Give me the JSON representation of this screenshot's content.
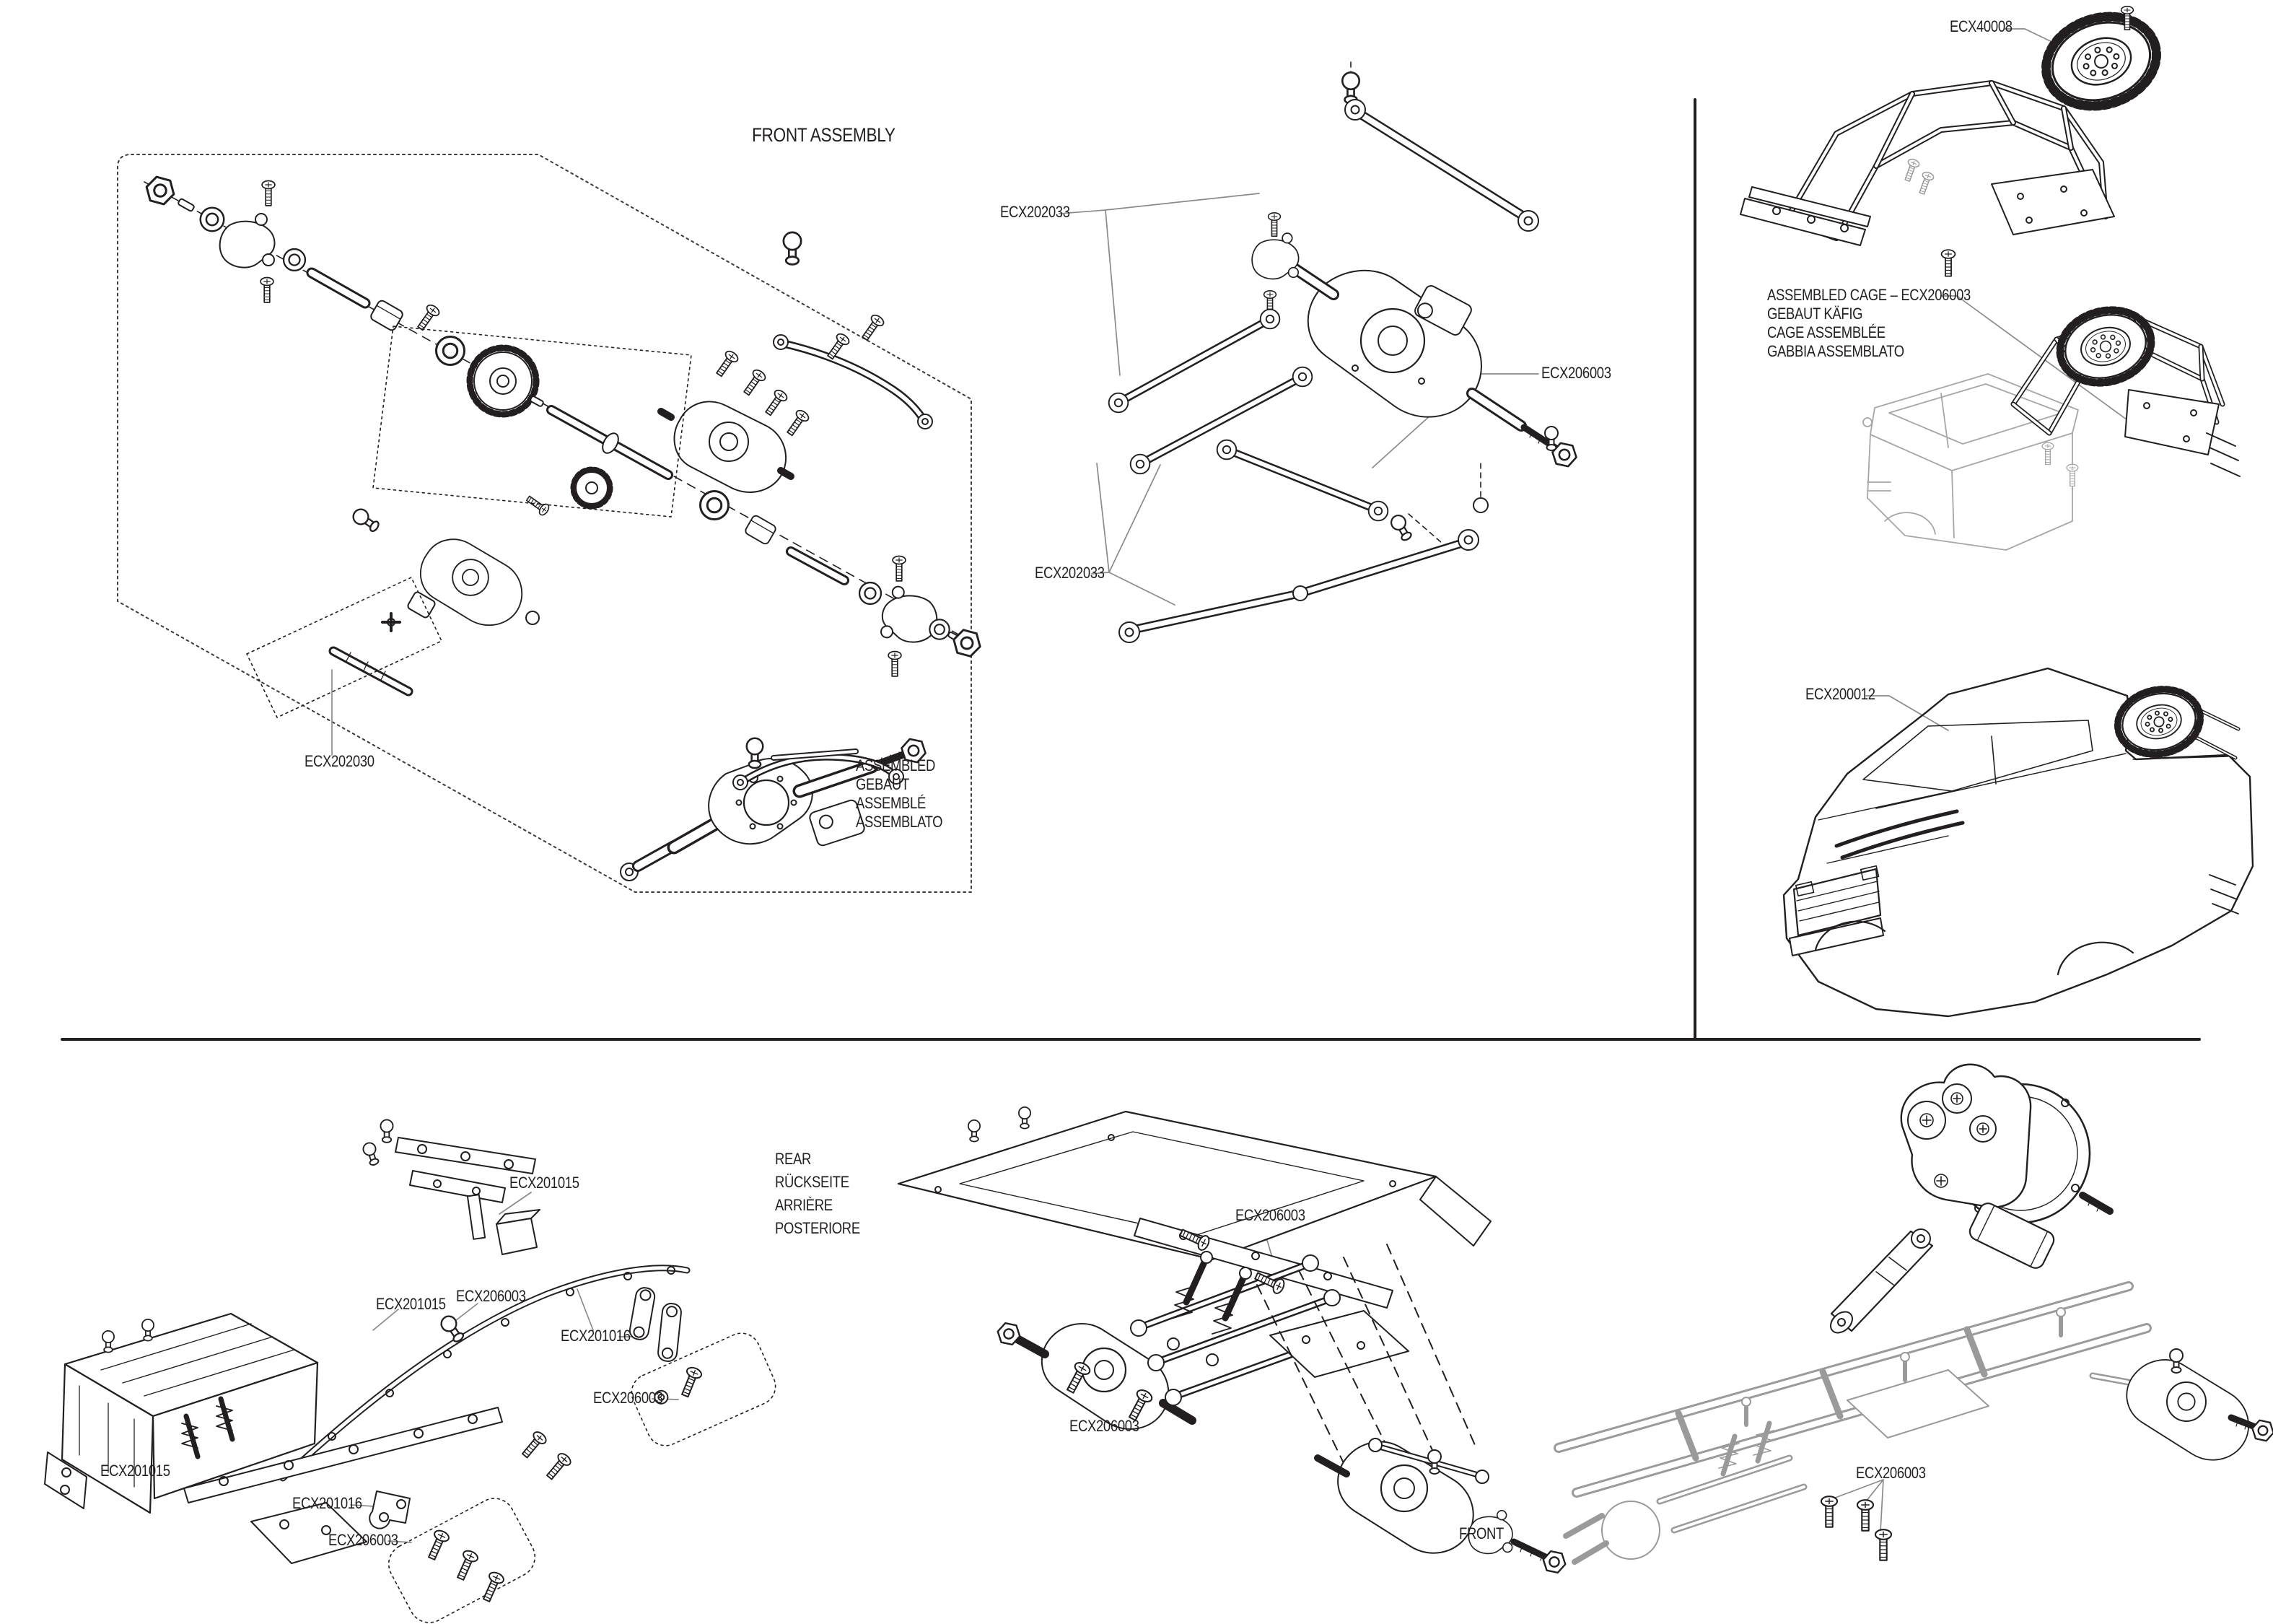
{
  "colors": {
    "ink": "#231f20",
    "leader_gray": "#8a8a8a",
    "light_gray": "#a0a0a0",
    "background": "#ffffff"
  },
  "front_assembly": {
    "title": "FRONT ASSEMBLY",
    "exploded_part": "ECX202030",
    "assembled_caption": {
      "en": "ASSEMBLED",
      "de": "GEBAUT",
      "fr": "ASSEMBLÉ",
      "it": "ASSEMBLATO"
    }
  },
  "steering_section": {
    "upper_link_part": "ECX202033",
    "axle_part": "ECX206003",
    "lower_link_part": "ECX202033"
  },
  "body_section": {
    "wheel_part": "ECX40008",
    "cage_caption": {
      "en": "ASSEMBLED CAGE – ECX206003",
      "de": "GEBAUT KÄFIG",
      "fr": "CAGE ASSEMBLÉE",
      "it": "GABBIA ASSEMBLATO"
    },
    "body_part": "ECX200012"
  },
  "chassis_section": {
    "rear_caption": {
      "en": "REAR",
      "de": "RÜCKSEITE",
      "fr": "ARRIÈRE",
      "it": "POSTERIORE"
    },
    "front_caption": "FRONT",
    "labels": {
      "brace_top": "ECX201015",
      "rail_mid": "ECX201015",
      "ball_screw": "ECX206003",
      "side_rail": "ECX201016",
      "screw_kit_a": "ECX206003",
      "tub_bottom": "ECX201015",
      "link_bottom": "ECX201016",
      "screw_kit_b": "ECX206003",
      "rear_screws": "ECX206003",
      "mid_screws": "ECX206003",
      "motor_screws": "ECX206003"
    }
  }
}
